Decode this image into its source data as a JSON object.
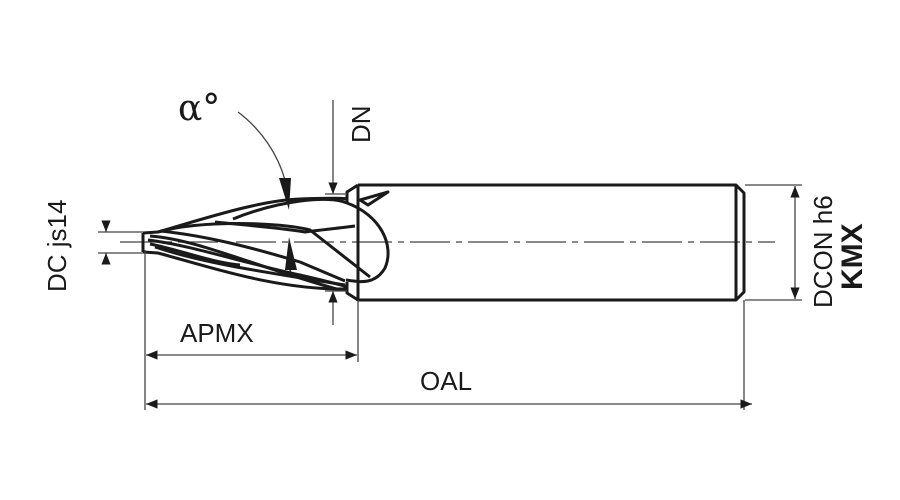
{
  "labels": {
    "alpha": "α°",
    "dn": "DN",
    "dc": "DC js14",
    "apmx": "APMX",
    "oal": "OAL",
    "dcon": "DCON h6",
    "kmx": "KMX"
  }
}
